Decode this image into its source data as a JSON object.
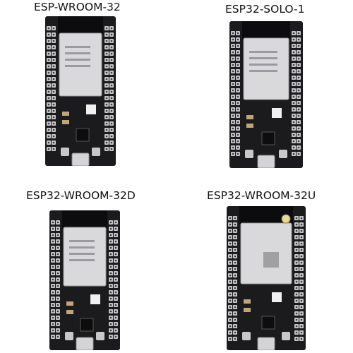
{
  "boards": [
    {
      "title": "ESP-WROOM-32",
      "shield": "metal",
      "chip_marks": "text"
    },
    {
      "title": "ESP32-SOLO-1",
      "shield": "metal",
      "chip_marks": "text"
    },
    {
      "title": "ESP32-WROOM-32D",
      "shield": "metal",
      "chip_marks": "text"
    },
    {
      "title": "ESP32-WROOM-32U",
      "shield": "metal-with-ufl-connector",
      "chip_marks": "qr"
    }
  ],
  "colors": {
    "pcb": "#1b1b1d",
    "antenna": "#0c0c0e",
    "shield": "#d9d9dc",
    "pins": "#c7c7ca",
    "usb": "#d4d4d6"
  }
}
